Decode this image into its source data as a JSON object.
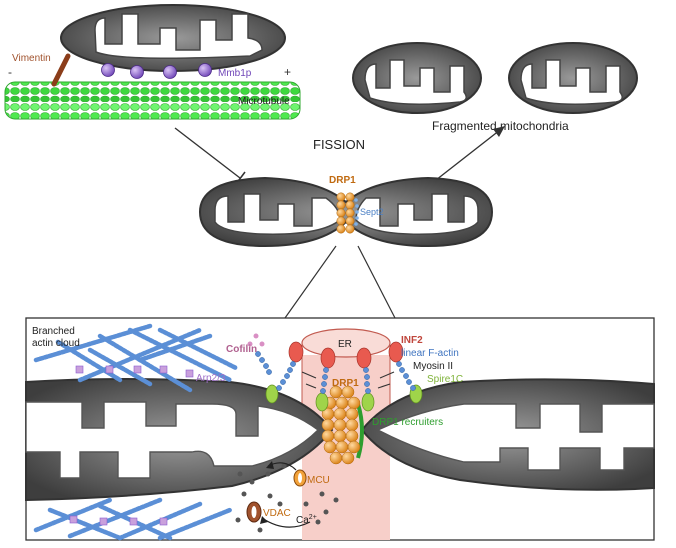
{
  "labels": {
    "vimentin": "Vimentin",
    "minus": "-",
    "plus": "+",
    "mmb1p": "Mmb1p",
    "microtubule": "Microtubule",
    "fragmented": "Fragmented mitochondria",
    "fission": "FISSION",
    "drp1_top": "DRP1",
    "sept2": "Sept2",
    "branched_1": "Branched",
    "branched_2": "actin cloud",
    "cofilin": "Cofilin",
    "er": "ER",
    "inf2": "INF2",
    "linear_factin": "linear F-actin",
    "myosin": "Myosin II",
    "spire1c": "Spire1C",
    "arp23": "Arp2/3",
    "drp1_bottom": "DRP1",
    "drp1_recruiters": "DRP1 recruiters",
    "mcu": "MCU",
    "vdac": "VDAC",
    "ca": "Ca",
    "ca_sup": "2+"
  },
  "colors": {
    "membrane": "#5a5a5a",
    "matrix": "#d9d9d9",
    "microtubule": "#39e639",
    "drp1": "#f2a23a",
    "actin": "#5b8fd6",
    "er": "#f4c9c4",
    "inf2": "#e85a4f",
    "spire": "#9fd44a",
    "mmb1p": "#8a5bd1",
    "vimentin": "#a0522d",
    "cofilin": "#c56fa8",
    "recruiters": "#2e9e2e"
  }
}
